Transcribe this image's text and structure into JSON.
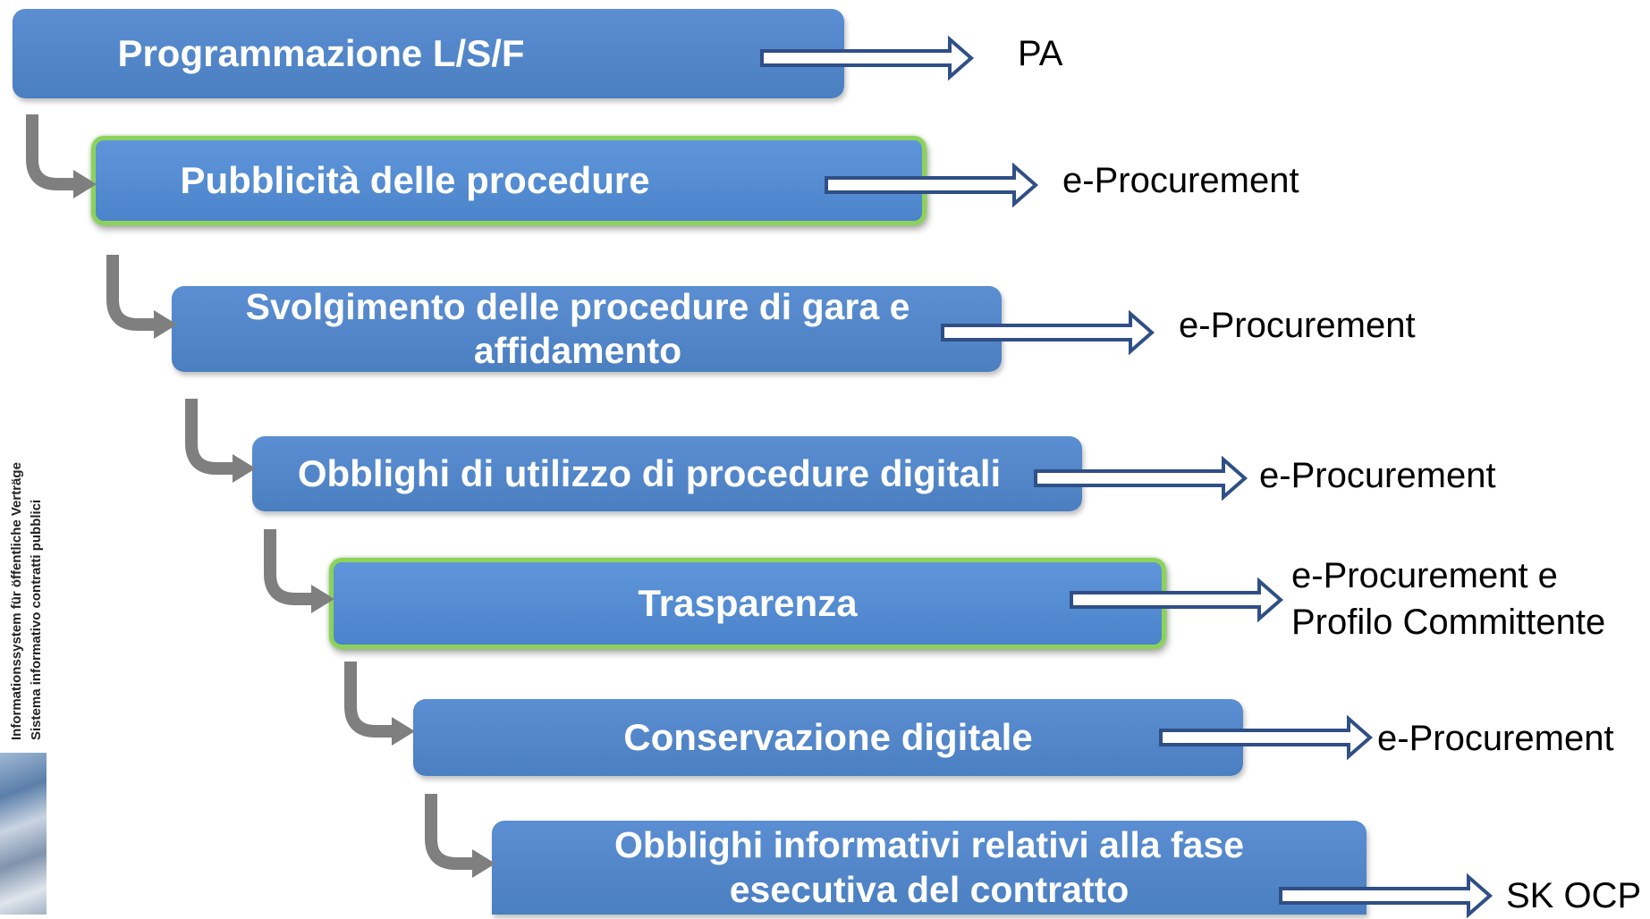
{
  "steps": [
    {
      "label": "Programmazione L/S/F",
      "target": "PA",
      "highlighted": false
    },
    {
      "label": "Pubblicità delle procedure",
      "target": "e-Procurement",
      "highlighted": true
    },
    {
      "label": "Svolgimento delle procedure di gara e affidamento",
      "target": "e-Procurement",
      "highlighted": false
    },
    {
      "label": "Obblighi di utilizzo di procedure digitali",
      "target": "e-Procurement",
      "highlighted": false
    },
    {
      "label": "Trasparenza",
      "target": "e-Procurement e Profilo Committente",
      "highlighted": true
    },
    {
      "label": "Conservazione digitale",
      "target": "e-Procurement",
      "highlighted": false
    },
    {
      "label": "Obblighi informativi relativi alla fase esecutiva del contratto",
      "target": "SK OCP",
      "highlighted": false
    }
  ],
  "sidebar": {
    "line1": "Informationssystem für öffentliche Verträge",
    "line2": "Sistema informativo contratti pubblici"
  },
  "colors": {
    "box": "#4f83c6",
    "highlight_border": "#8cd25a",
    "arrow_stroke": "#2f4f86",
    "connector": "#7f7f7f"
  }
}
